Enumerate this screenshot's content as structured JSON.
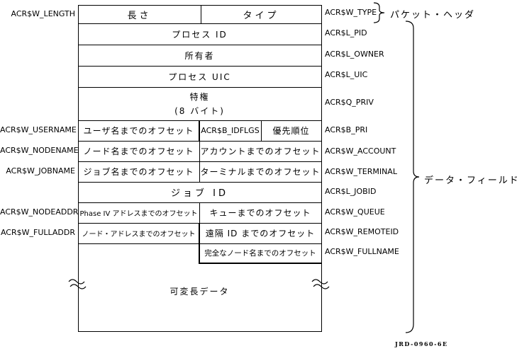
{
  "diagram": {
    "left_labels": [
      "ACR$W_LENGTH",
      "ACR$W_USERNAME",
      "ACR$W_NODENAME",
      "ACR$W_JOBNAME",
      "ACR$W_NODEADDR",
      "ACR$W_FULLADDR"
    ],
    "right_labels": [
      "ACR$W_TYPE",
      "ACR$L_PID",
      "ACR$L_OWNER",
      "ACR$L_UIC",
      "ACR$Q_PRIV",
      "ACR$B_PRI",
      "ACR$W_ACCOUNT",
      "ACR$W_TERMINAL",
      "ACR$L_JOBID",
      "ACR$W_QUEUE",
      "ACR$W_REMOTEID",
      "ACR$W_FULLNAME"
    ],
    "cells": {
      "length": "長さ",
      "type": "タイプ",
      "process_id": "プロセス ID",
      "owner": "所有者",
      "process_uic": "プロセス UIC",
      "priv_line1": "特権",
      "priv_line2": "(8 バイト)",
      "username_offset": "ユーザ名までのオフセット",
      "idflgs": "ACR$B_IDFLGS",
      "priority": "優先順位",
      "nodename_offset": "ノード名までのオフセット",
      "account_offset": "アカウントまでのオフセット",
      "jobname_offset": "ジョブ名までのオフセット",
      "terminal_offset": "ターミナルまでのオフセット",
      "job_id": "ジョブ ID",
      "phase4_offset": "Phase IV アドレスまでのオフセット",
      "queue_offset": "キューまでのオフセット",
      "nodeaddr_offset": "ノード・アドレスまでのオフセット",
      "remoteid_offset": "遠隔 ID までのオフセット",
      "fullname_offset": "完全なノード名までのオフセット",
      "variable_data": "可変長データ"
    },
    "braces": {
      "packet_header": "パケット・ヘッダ",
      "data_field": "データ・フィールド"
    },
    "caption": "JRD-0960-6E",
    "colors": {
      "foreground": "#000000",
      "background": "#ffffff"
    }
  }
}
